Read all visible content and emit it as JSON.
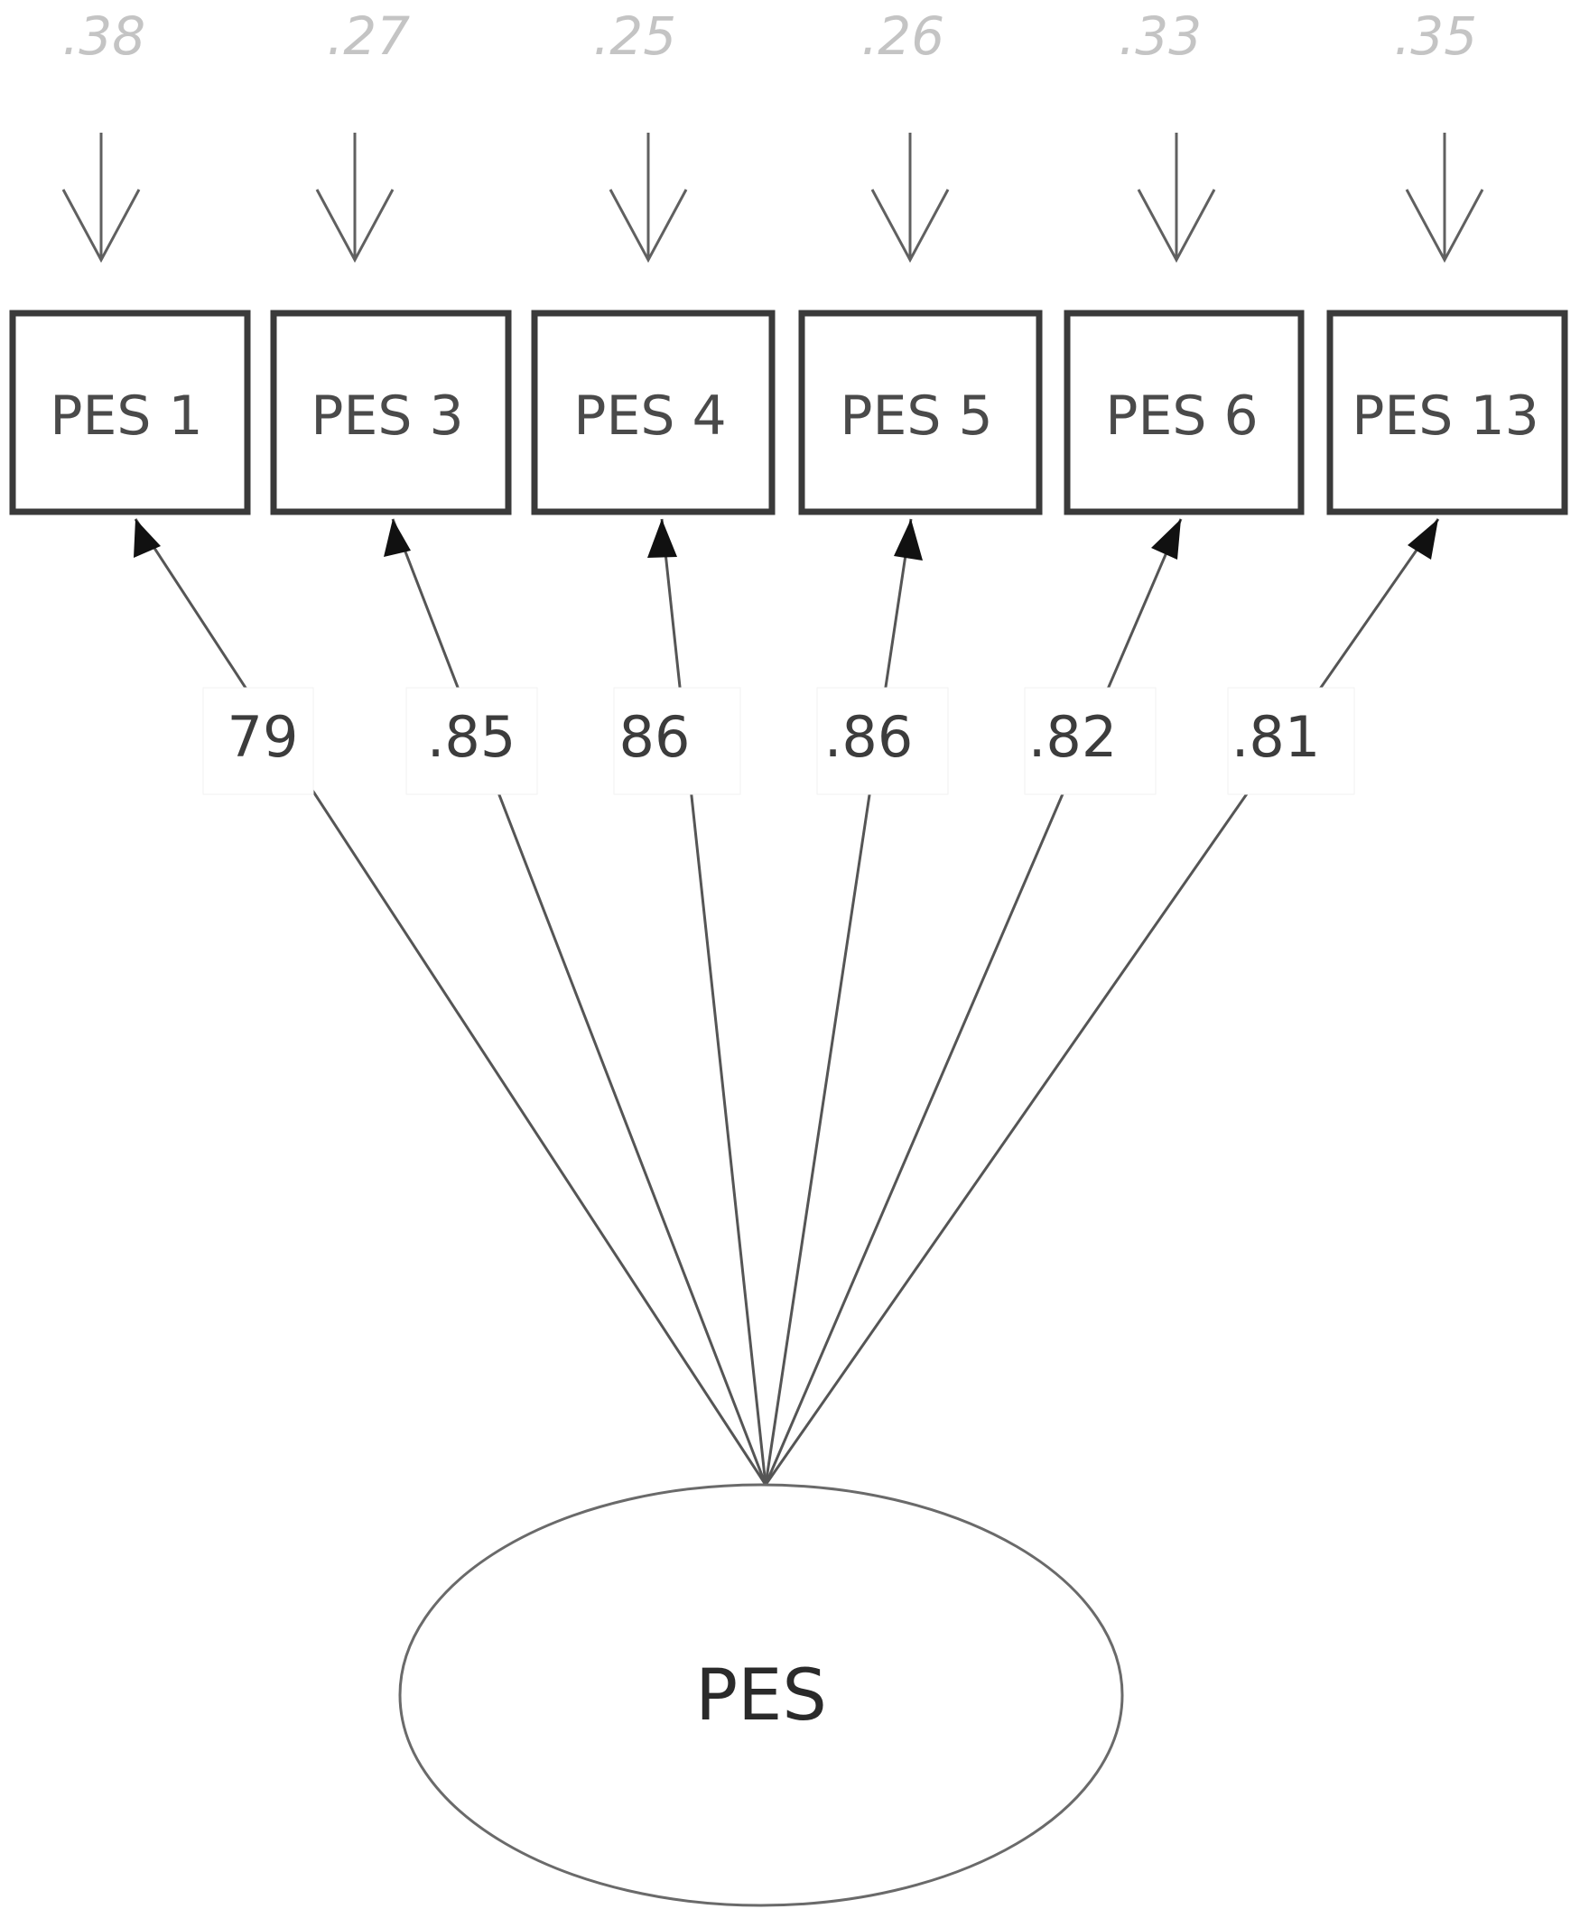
{
  "latent": {
    "label": "PES"
  },
  "indicators": [
    {
      "label": "PES 1",
      "loading": "79",
      "error": ".38"
    },
    {
      "label": "PES 3",
      "loading": ".85",
      "error": ".27"
    },
    {
      "label": "PES 4",
      "loading": "86",
      "error": ".25"
    },
    {
      "label": "PES 5",
      "loading": ".86",
      "error": ".26"
    },
    {
      "label": "PES 6",
      "loading": ".82",
      "error": ".33"
    },
    {
      "label": "PES 13",
      "loading": ".81",
      "error": ".35"
    }
  ]
}
